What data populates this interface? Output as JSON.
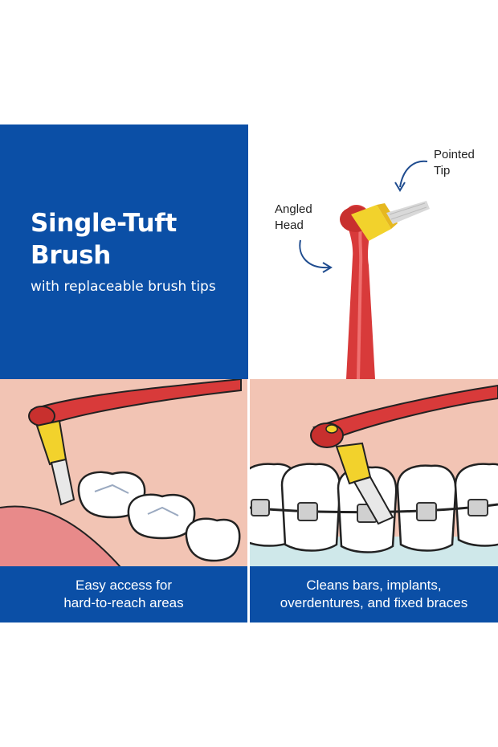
{
  "hero": {
    "title_line1": "Single-Tuft",
    "title_line2": "Brush",
    "subtitle": "with replaceable brush tips"
  },
  "callouts": {
    "tip_line1": "Pointed",
    "tip_line2": "Tip",
    "head_line1": "Angled",
    "head_line2": "Head"
  },
  "captions": {
    "left_line1": "Easy access for",
    "left_line2": "hard-to-reach areas",
    "right_line1": "Cleans bars, implants,",
    "right_line2": "overdentures, and fixed braces"
  },
  "colors": {
    "brand_blue": "#0b4fa6",
    "handle_red": "#d83a3a",
    "tip_yellow": "#f2d22c",
    "gum_pink": "#f2c4b4",
    "tooth_white": "#ffffff"
  },
  "icons": [
    "curved-arrow-icon",
    "toothbrush-illustration",
    "teeth-illustration",
    "braces-illustration"
  ]
}
